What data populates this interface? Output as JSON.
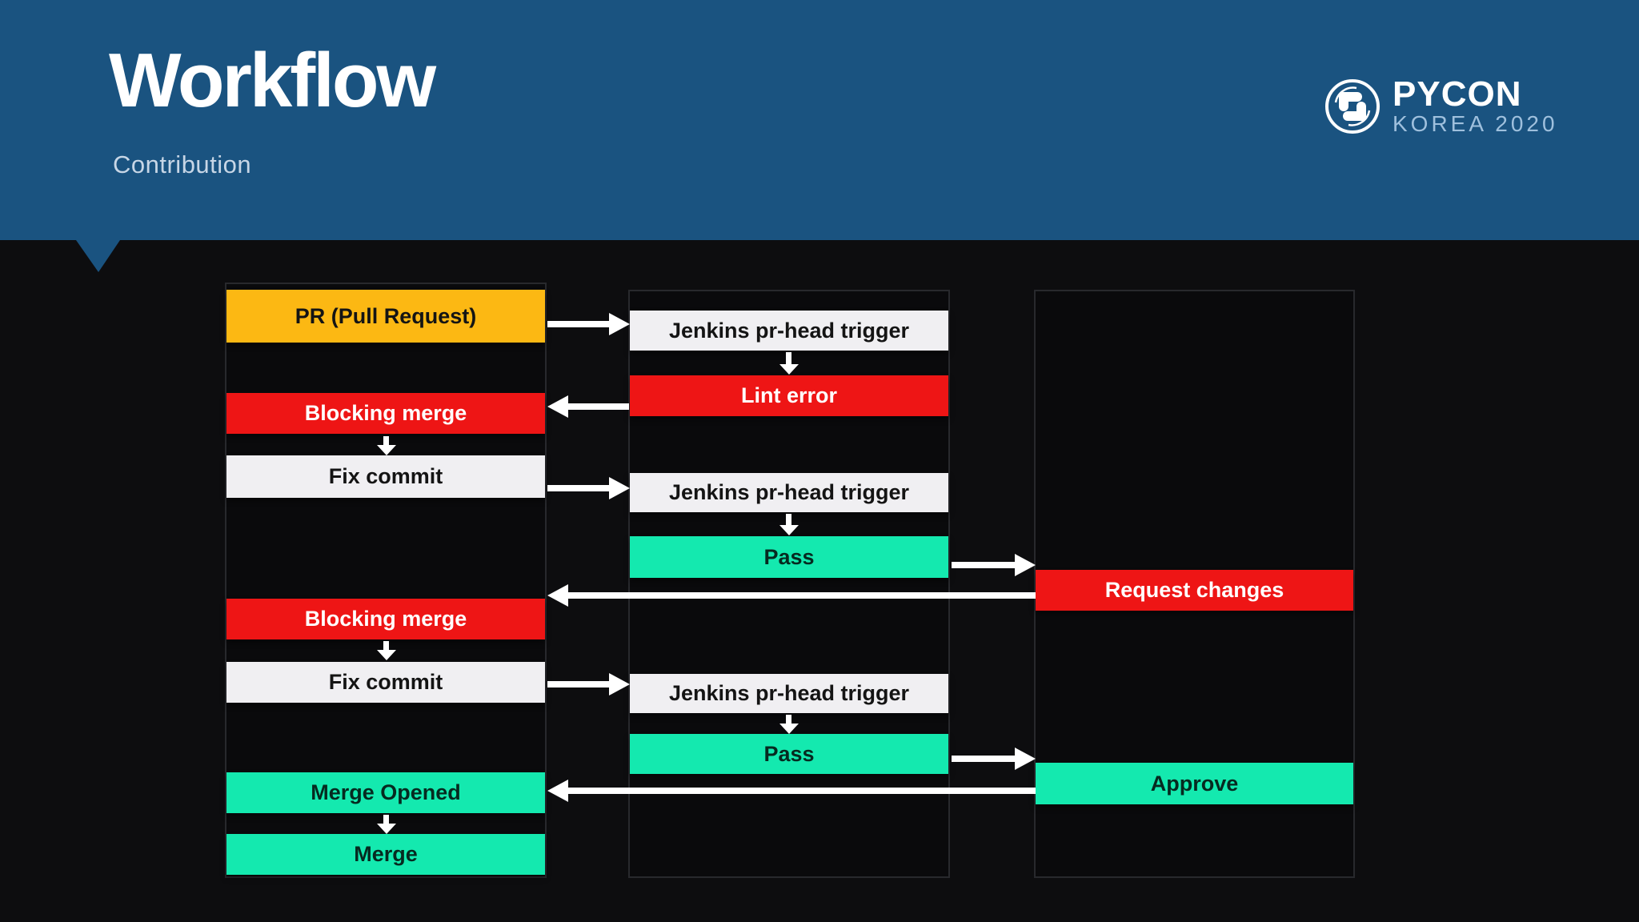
{
  "header": {
    "title": "Workflow",
    "subtitle": "Contribution",
    "logo": {
      "icon": "pycon-python-logo",
      "line1": "PYCON",
      "line2": "KOREA 2020"
    }
  },
  "palette": {
    "header_blue": "#1a5380",
    "background": "#0d0d0f",
    "column_border": "#28292d",
    "box_yellow": "#fcb813",
    "box_red": "#ee1515",
    "box_white": "#f0eff2",
    "box_green": "#14e9af",
    "arrow": "#ffffff"
  },
  "flowchart": {
    "columns": [
      {
        "name": "pull-request-lane",
        "boxes": [
          {
            "label": "PR (Pull Request)",
            "color": "yellow"
          },
          {
            "label": "Blocking merge",
            "color": "red"
          },
          {
            "label": "Fix commit",
            "color": "white"
          },
          {
            "label": "Blocking merge",
            "color": "red"
          },
          {
            "label": "Fix commit",
            "color": "white"
          },
          {
            "label": "Merge Opened",
            "color": "green"
          },
          {
            "label": "Merge",
            "color": "green"
          }
        ]
      },
      {
        "name": "ci-lane",
        "boxes": [
          {
            "label": "Jenkins pr-head trigger",
            "color": "white"
          },
          {
            "label": "Lint error",
            "color": "red"
          },
          {
            "label": "Jenkins pr-head trigger",
            "color": "white"
          },
          {
            "label": "Pass",
            "color": "green"
          },
          {
            "label": "Jenkins pr-head trigger",
            "color": "white"
          },
          {
            "label": "Pass",
            "color": "green"
          }
        ]
      },
      {
        "name": "review-lane",
        "boxes": [
          {
            "label": "Request changes",
            "color": "red"
          },
          {
            "label": "Approve",
            "color": "green"
          }
        ]
      }
    ],
    "connections": [
      {
        "from": "PR (Pull Request)",
        "to": "Jenkins pr-head trigger #1",
        "direction": "right"
      },
      {
        "from": "Jenkins pr-head trigger #1",
        "to": "Lint error",
        "direction": "down"
      },
      {
        "from": "Lint error",
        "to": "Blocking merge #1",
        "direction": "left"
      },
      {
        "from": "Blocking merge #1",
        "to": "Fix commit #1",
        "direction": "down"
      },
      {
        "from": "Fix commit #1",
        "to": "Jenkins pr-head trigger #2",
        "direction": "right"
      },
      {
        "from": "Jenkins pr-head trigger #2",
        "to": "Pass #1",
        "direction": "down"
      },
      {
        "from": "Pass #1",
        "to": "Request changes",
        "direction": "right"
      },
      {
        "from": "Request changes",
        "to": "Blocking merge #2",
        "direction": "left"
      },
      {
        "from": "Blocking merge #2",
        "to": "Fix commit #2",
        "direction": "down"
      },
      {
        "from": "Fix commit #2",
        "to": "Jenkins pr-head trigger #3",
        "direction": "right"
      },
      {
        "from": "Jenkins pr-head trigger #3",
        "to": "Pass #2",
        "direction": "down"
      },
      {
        "from": "Pass #2",
        "to": "Approve",
        "direction": "right"
      },
      {
        "from": "Approve",
        "to": "Merge Opened",
        "direction": "left"
      },
      {
        "from": "Merge Opened",
        "to": "Merge",
        "direction": "down"
      }
    ]
  }
}
